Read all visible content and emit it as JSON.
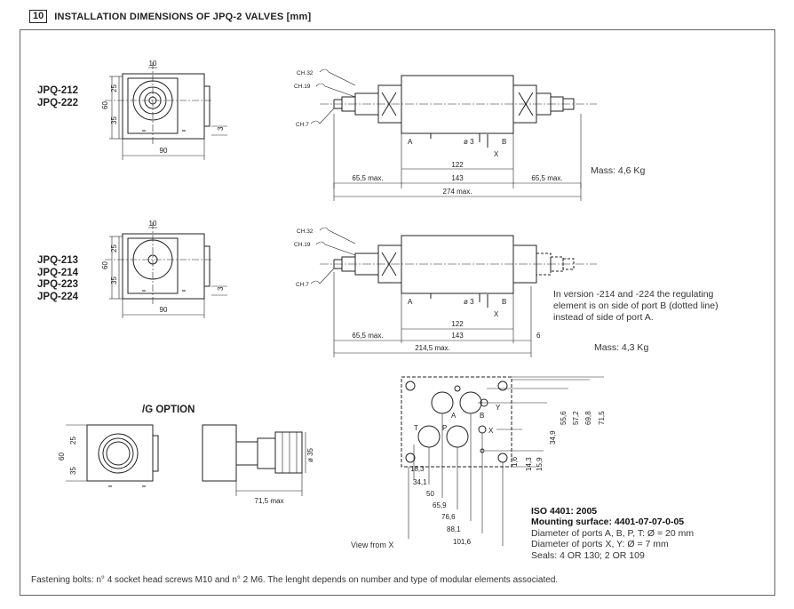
{
  "header": {
    "section_number": "10",
    "title": "INSTALLATION DIMENSIONS OF JPQ-2 VALVES [mm]"
  },
  "models": {
    "group1": [
      "JPQ-212",
      "JPQ-222"
    ],
    "group2": [
      "JPQ-213",
      "JPQ-214",
      "JPQ-223",
      "JPQ-224"
    ]
  },
  "mass1": "Mass: 4,6 Kg",
  "mass2": "Mass: 4,3 Kg",
  "version_note": [
    "In version -214 and -224 the regulating",
    "element is on side of port B (dotted line)",
    "instead of side of port A."
  ],
  "g_option": "/G OPTION",
  "view_label": "View from X",
  "iso": {
    "title": "ISO 4401: 2005",
    "mounting": "Mounting surface: 4401-07-07-0-05",
    "lines": [
      "Diameter of ports A, B, P, T: Ø = 20 mm",
      "Diameter of ports  X, Y: Ø = 7 mm",
      "Seals: 4 OR 130; 2 OR 109"
    ]
  },
  "footer": "Fastening bolts: n° 4 socket head screws M10 and n° 2 M6. The lenght depends on number and type of modular elements associated.",
  "dims": {
    "d10": "10",
    "d25": "25",
    "d60": "60",
    "d35": "35",
    "d3": "3",
    "d90": "90",
    "ch32": "CH.32",
    "ch19": "CH.19",
    "ch7": "CH.7",
    "pA": "A",
    "pB": "B",
    "pX": "X",
    "pY": "Y",
    "pT": "T",
    "pP": "P",
    "phi3": "ø 3",
    "d122": "122",
    "d143": "143",
    "d65": "65,5  max.",
    "d274": "274  max.",
    "d214": "214,5  max.",
    "d6": "6",
    "gphi35": "ø 35",
    "g715": "71,5 max",
    "pl": [
      "18,3",
      "34,1",
      "50",
      "65,9",
      "76,6",
      "88,1",
      "101,6"
    ],
    "pr": [
      "1,6",
      "14,3",
      "15,9",
      "34,9",
      "55,6",
      "57,2",
      "69,8",
      "71,5"
    ]
  }
}
